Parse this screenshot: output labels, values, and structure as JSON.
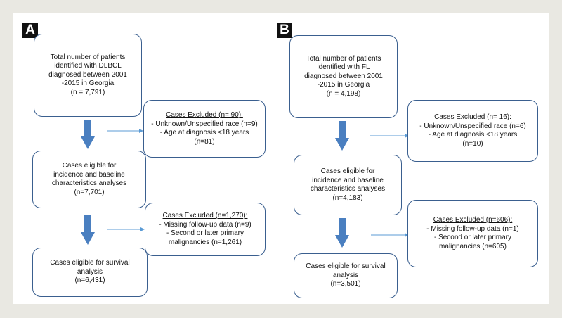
{
  "panel_a": {
    "label": "A",
    "top_box": [
      "Total number of patients",
      "identified with DLBCL",
      "diagnosed between 2001",
      "-2015 in Georgia",
      "(n = 7,791)"
    ],
    "excl1": {
      "header": "Cases Excluded (n= 90):",
      "lines": [
        "- Unknown/Unspecified race (n=9)",
        "- Age at diagnosis <18 years",
        "(n=81)"
      ]
    },
    "mid_box": [
      "Cases eligible for",
      "incidence and baseline",
      "characteristics analyses",
      "(n=7,701)"
    ],
    "excl2": {
      "header": "Cases Excluded (n=1,270):",
      "lines": [
        "- Missing follow-up data (n=9)",
        "- Second or later primary",
        "malignancies (n=1,261)"
      ]
    },
    "bottom_box": [
      "Cases eligible for survival",
      "analysis",
      "(n=6,431)"
    ]
  },
  "panel_b": {
    "label": "B",
    "top_box": [
      "Total number of patients",
      "identified with FL",
      "diagnosed between 2001",
      "-2015 in Georgia",
      "(n = 4,198)"
    ],
    "excl1": {
      "header": "Cases Excluded (n= 16):",
      "lines": [
        "- Unknown/Unspecified race (n=6)",
        "- Age at diagnosis <18 years",
        "(n=10)"
      ]
    },
    "mid_box": [
      "Cases eligible for",
      "incidence and baseline",
      "characteristics analyses",
      "(n=4,183)"
    ],
    "excl2": {
      "header": "Cases Excluded (n=606):",
      "lines": [
        "- Missing follow-up data (n=1)",
        "- Second or later primary",
        "malignancies (n=605)"
      ]
    },
    "bottom_box": [
      "Cases eligible for survival",
      "analysis",
      "(n=3,501)"
    ]
  },
  "colors": {
    "box_border": "#3a5f8f",
    "arrow_fill": "#4a7fc0",
    "connector": "#5b9bd5",
    "background": "#e9e8e2"
  }
}
